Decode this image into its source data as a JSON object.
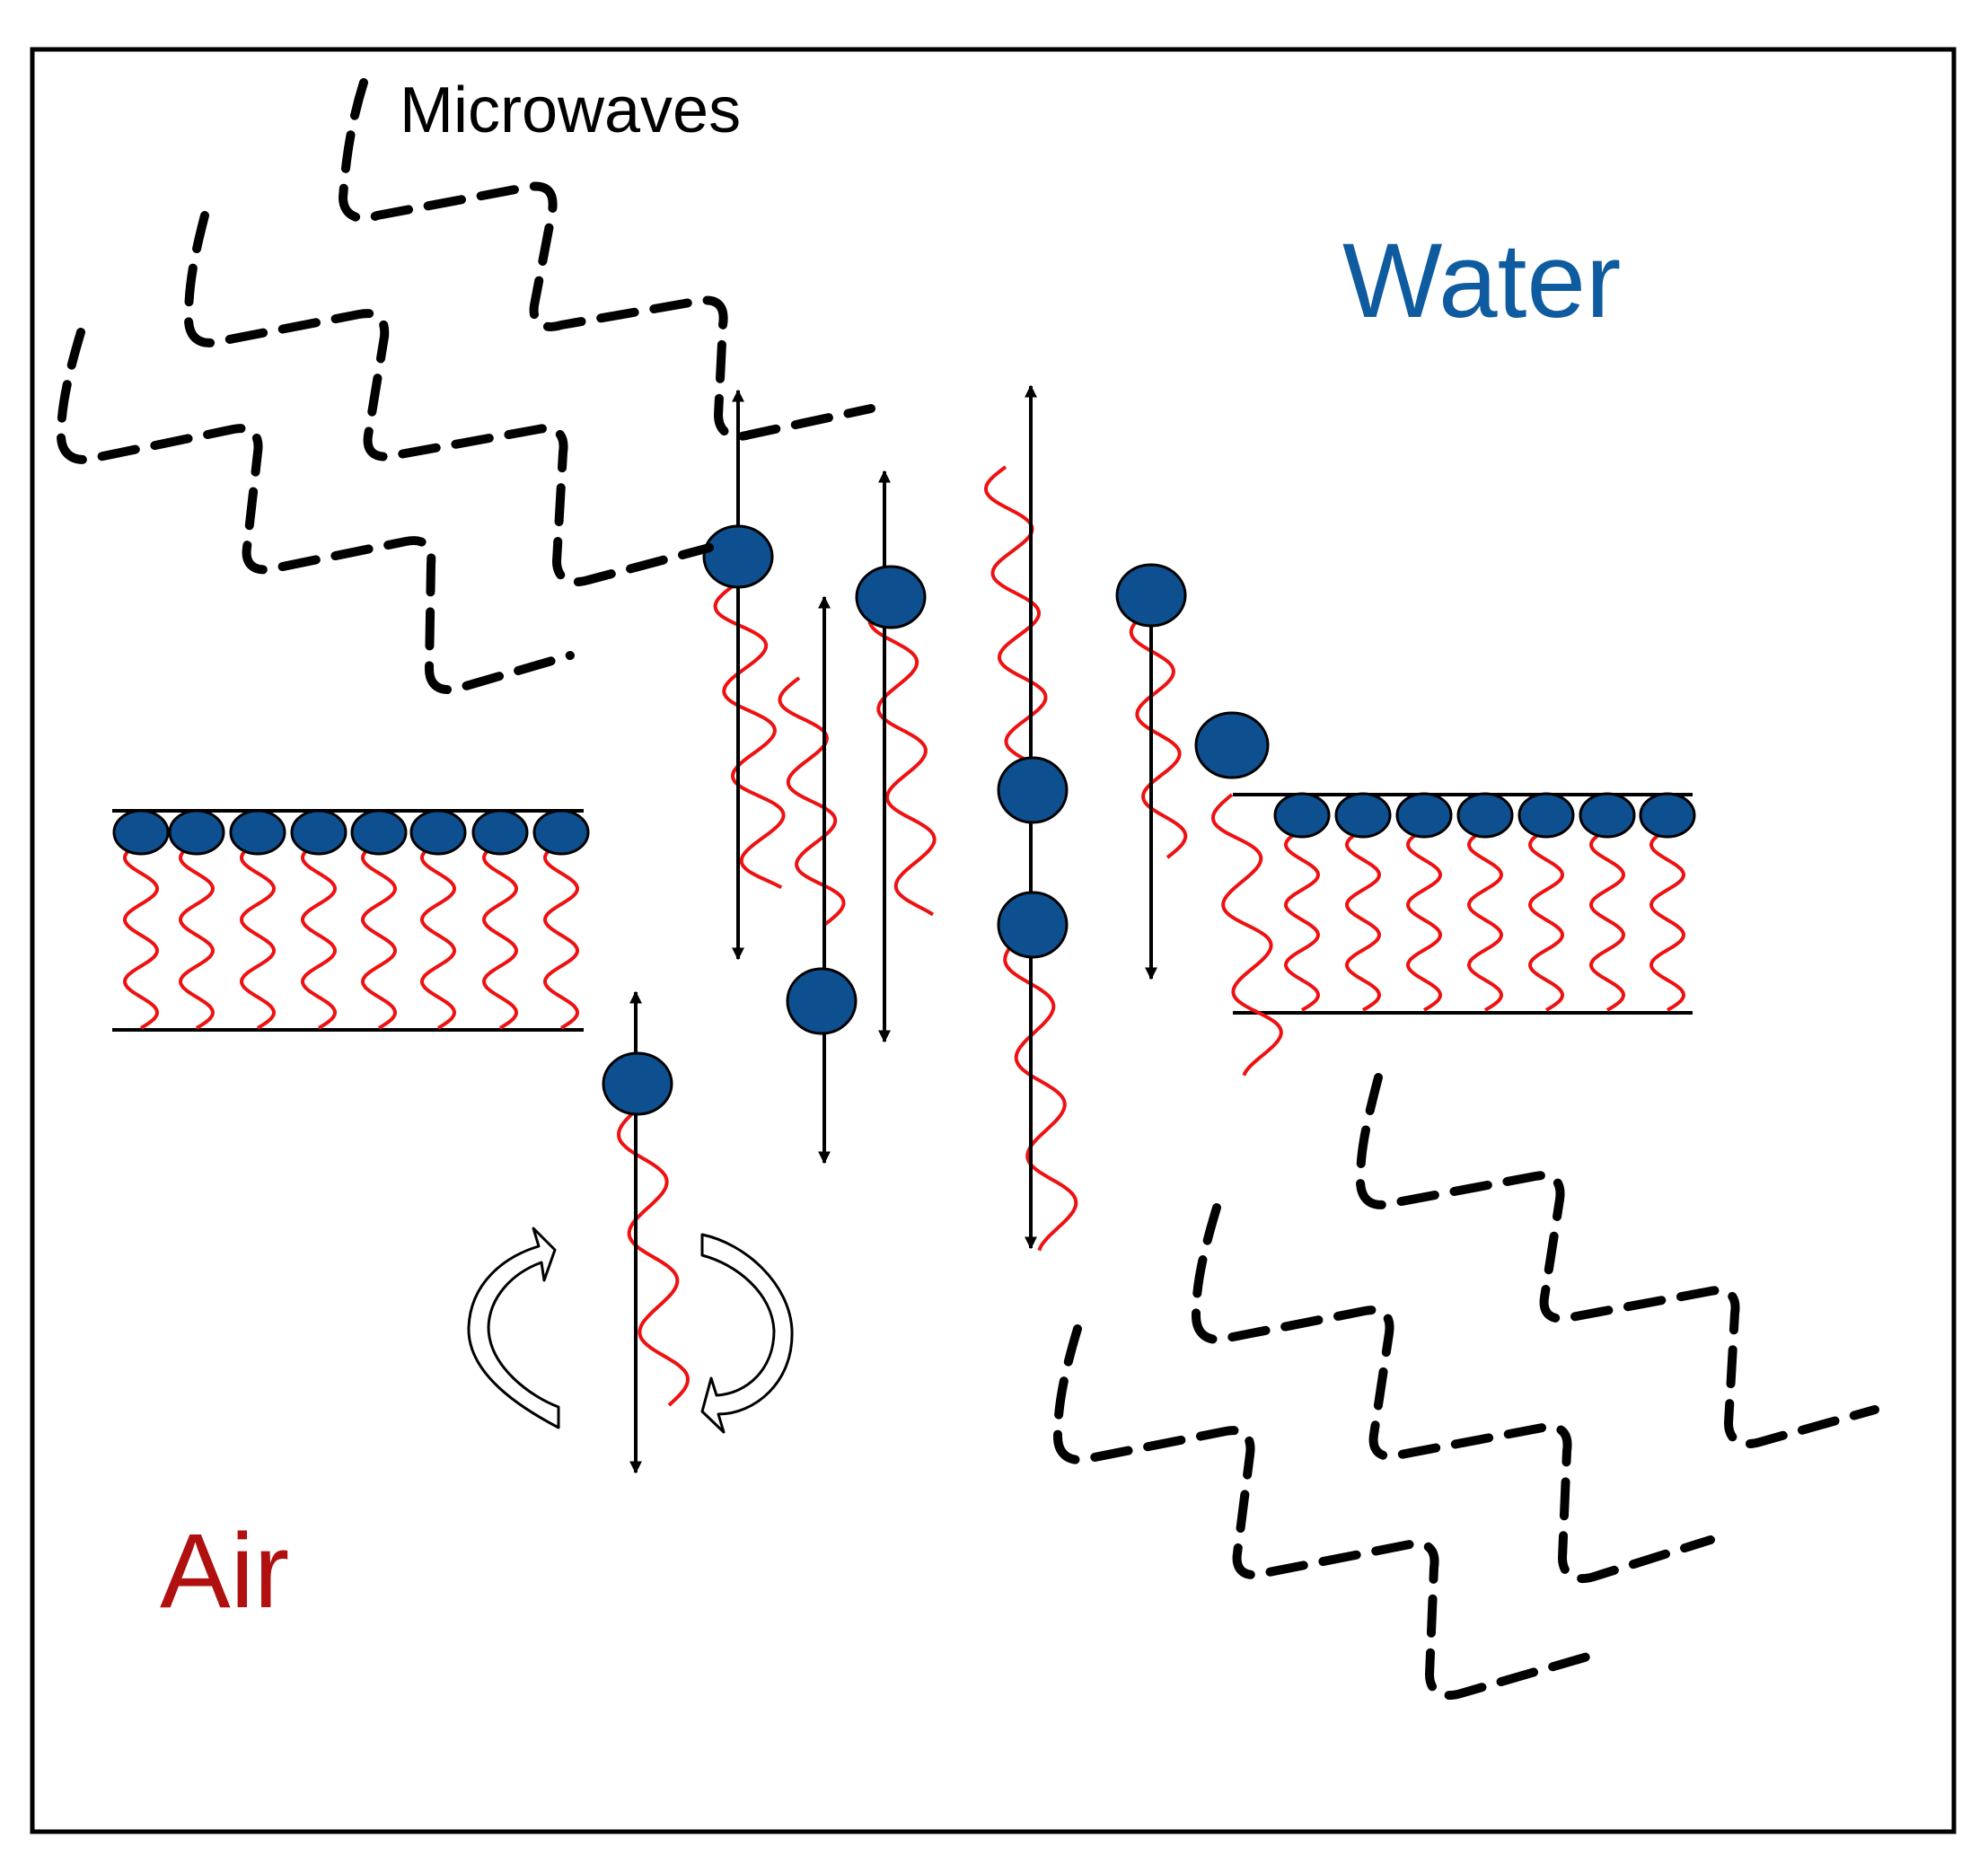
{
  "labels": {
    "microwaves": "Microwaves",
    "water": "Water",
    "air": "Air"
  },
  "colors": {
    "head": "#0e4f8f",
    "tail": "#ee1111",
    "water_text": "#0e5ba0",
    "air_text": "#b01010",
    "line": "#000000",
    "background": "#ffffff"
  },
  "icons": [
    "microwave-wave-icon",
    "double-arrow-icon",
    "rotation-arrow-icon",
    "surfactant-head-icon",
    "surfactant-tail-icon"
  ]
}
